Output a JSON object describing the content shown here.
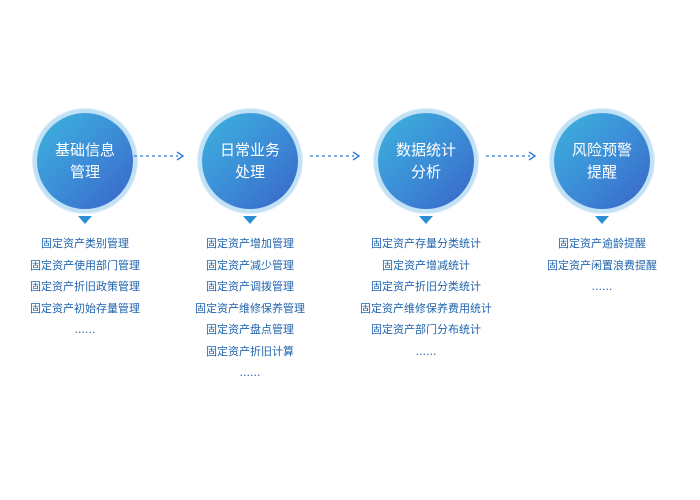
{
  "stages": [
    {
      "title_lines": [
        "基础信息",
        "管理"
      ],
      "items": [
        "固定资产类别管理",
        "固定资产使用部门管理",
        "固定资产折旧政策管理",
        "固定资产初始存量管理",
        "......"
      ]
    },
    {
      "title_lines": [
        "日常业务",
        "处理"
      ],
      "items": [
        "固定资产增加管理",
        "固定资产减少管理",
        "固定资产调拨管理",
        "固定资产维修保养管理",
        "固定资产盘点管理",
        "固定资产折旧计算",
        "......"
      ]
    },
    {
      "title_lines": [
        "数据统计",
        "分析"
      ],
      "items": [
        "固定资产存量分类统计",
        "固定资产增减统计",
        "固定资产折旧分类统计",
        "固定资产维修保养费用统计",
        "固定资产部门分布统计",
        "......"
      ]
    },
    {
      "title_lines": [
        "风险预警",
        "提醒"
      ],
      "items": [
        "固定资产逾龄提醒",
        "固定资产闲置浪费提醒",
        "......"
      ]
    }
  ],
  "colors": {
    "circle_start": "#3eb3de",
    "circle_end": "#3a63c8",
    "item_text": "#1f63ad",
    "triangle": "#2a8fd6",
    "arrow": "#2f7fd0"
  }
}
